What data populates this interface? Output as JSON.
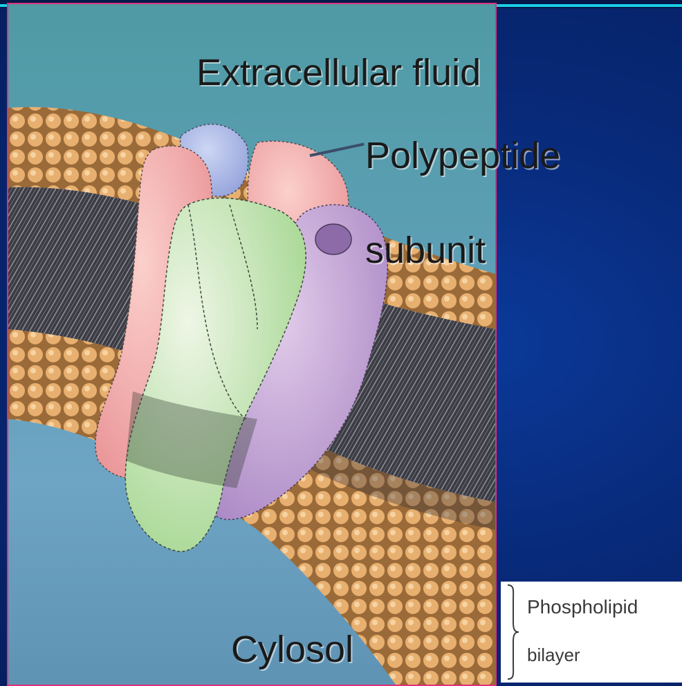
{
  "labels": {
    "extracellular": "Extracellular fluid",
    "polypeptide_line1": "Polypeptide",
    "polypeptide_line2": "subunit",
    "cytosol": "Cylosol",
    "phospholipid_line1": "Phospholipid",
    "phospholipid_line2": "bilayer"
  },
  "colors": {
    "slide_background": "#082a7a",
    "accent_rule": "#18d0e6",
    "figure_border": "#e0307a",
    "phospholipid_head": "#e8b070",
    "lipid_tail": "#3c3c44",
    "subunit_pink": "#f0a8a8",
    "subunit_blue": "#a8b8e8",
    "subunit_green": "#bfe3a6",
    "subunit_purple": "#c5a3d6"
  },
  "icons": [
    "membrane-protein-illustration",
    "brace-icon"
  ]
}
